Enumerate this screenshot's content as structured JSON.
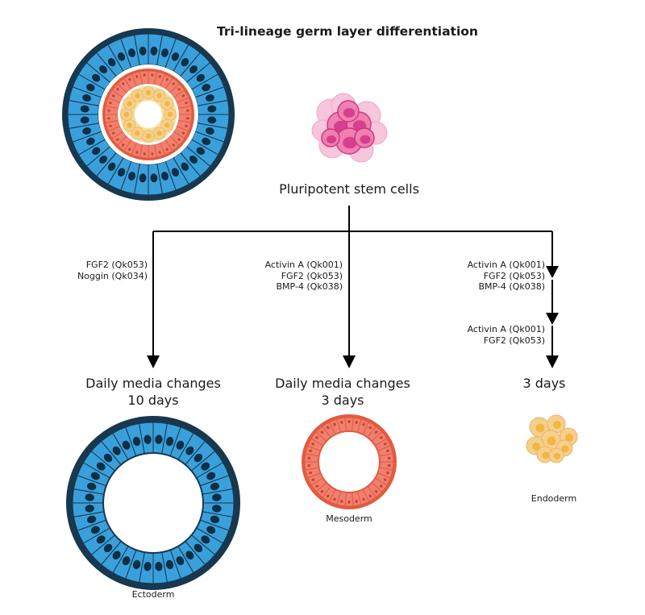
{
  "diagram": {
    "title": "Tri-lineage germ layer differentiation",
    "source": {
      "label": "Pluripotent stem cells"
    },
    "branches": [
      {
        "factors": [
          "FGF2 (Qk053)",
          "Noggin (Qk034)"
        ],
        "timing": [
          "Daily media changes",
          "10 days"
        ],
        "result": "Ectoderm"
      },
      {
        "factors": [
          "Activin A (Qk001)",
          "FGF2 (Qk053)",
          "BMP-4 (Qk038)"
        ],
        "timing": [
          "Daily media changes",
          "3 days"
        ],
        "result": "Mesoderm"
      },
      {
        "factors": [
          "Activin A (Qk001)",
          "FGF2 (Qk053)",
          "BMP-4 (Qk038)"
        ],
        "factors_second": [
          "Activin A (Qk001)",
          "FGF2 (Qk053)"
        ],
        "timing": [
          "3 days"
        ],
        "result": "Endoderm"
      }
    ],
    "colors": {
      "ectoderm_outer": "#17384e",
      "ectoderm_cell": "#3aa0dc",
      "ectoderm_nucleus": "#0e2f45",
      "mesoderm_ring": "#e25b3f",
      "mesoderm_cell": "#f08070",
      "endoderm_cell": "#f6d08a",
      "endoderm_core": "#f3b543",
      "stem_cell": "#f07fb2",
      "stem_cell_nucleus": "#d63f8e",
      "arrow": "#000000"
    }
  }
}
